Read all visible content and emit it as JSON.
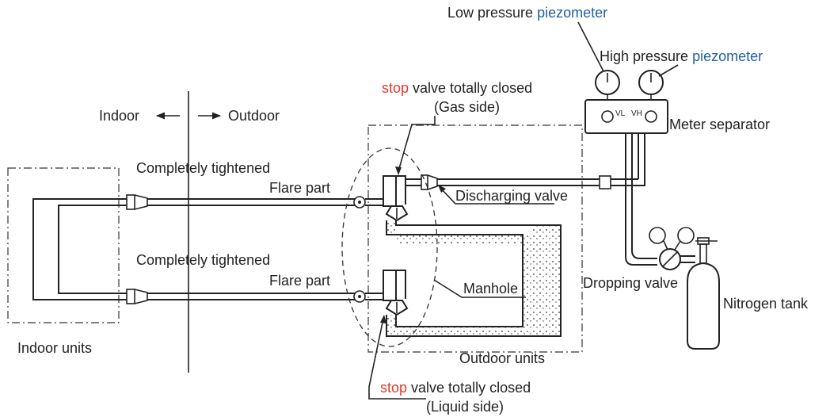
{
  "colors": {
    "red": "#e0392b",
    "blue": "#1f5fa8",
    "ink": "#222222"
  },
  "labels": {
    "low_pressure_1": "Low pressure ",
    "low_pressure_2": "piezometer",
    "high_pressure_1": "High pressure ",
    "high_pressure_2": "piezometer",
    "stop_gas_1": "stop",
    "stop_gas_2": " valve totally closed",
    "gas_side": "(Gas side)",
    "indoor": "Indoor",
    "outdoor": "Outdoor",
    "meter_separator": "Meter separator",
    "vl": "VL",
    "vh": "VH",
    "completely_tightened_top": "Completely tightened",
    "flare_part_top": "Flare part",
    "discharging_valve": "Discharging valve",
    "completely_tightened_bottom": "Completely tightened",
    "flare_part_bottom": "Flare part",
    "manhole": "Manhole",
    "dropping_valve": "Dropping valve",
    "nitrogen_tank": "Nitrogen tank",
    "indoor_units": "Indoor units",
    "outdoor_units": "Outdoor units",
    "stop_liquid_1": "stop",
    "stop_liquid_2": " valve totally closed",
    "liquid_side": "(Liquid side)"
  }
}
